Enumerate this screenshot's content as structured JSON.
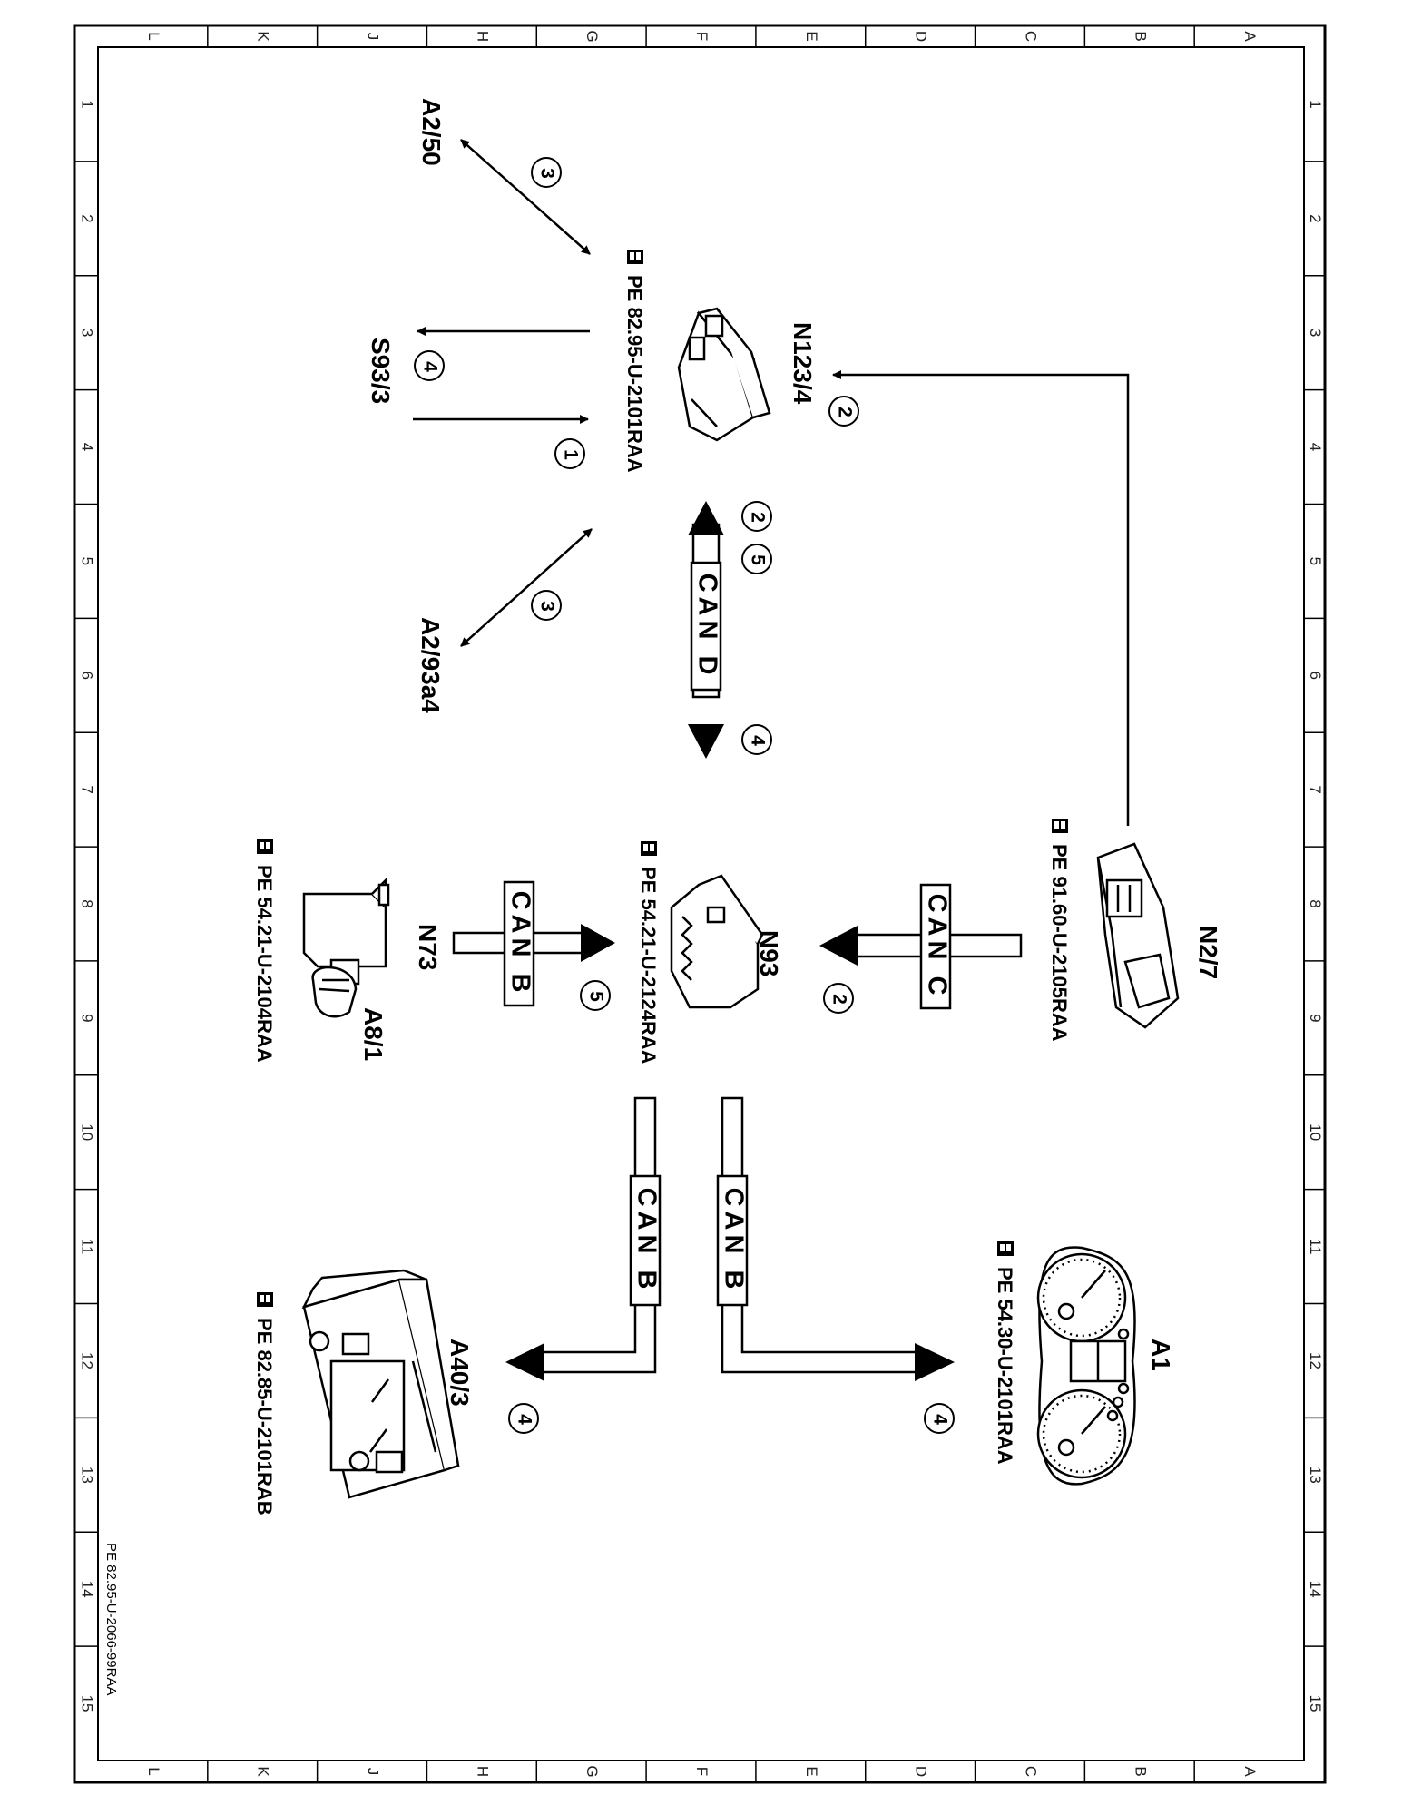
{
  "grid": {
    "letters": [
      "L",
      "K",
      "J",
      "H",
      "G",
      "F",
      "E",
      "D",
      "C",
      "B",
      "A"
    ],
    "numbers": [
      "1",
      "2",
      "3",
      "4",
      "5",
      "6",
      "7",
      "8",
      "9",
      "10",
      "11",
      "12",
      "13",
      "14",
      "15"
    ]
  },
  "document_id": "PE 82.95-U-2066-99RAA",
  "components": {
    "n123_4": {
      "label": "N123/4",
      "ref": "PE  82.95-U-2101RAA"
    },
    "n93": {
      "label": "N93",
      "ref": "PE  54.21-U-2124RAA"
    },
    "n2_7": {
      "label": "N2/7",
      "ref": "PE  91.60-U-2105RAA"
    },
    "n73": {
      "label": "N73",
      "label2": "A8/1",
      "ref": "PE  54.21-U-2104RAA"
    },
    "a1": {
      "label": "A1",
      "ref": "PE  54.30-U-2101RAA"
    },
    "a40_3": {
      "label": "A40/3",
      "ref": "PE  82.85-U-2101RAB"
    },
    "a2_50": {
      "label": "A2/50"
    },
    "s93_3": {
      "label": "S93/3"
    },
    "a2_93a4": {
      "label": "A2/93a4"
    }
  },
  "buses": {
    "can_d": "CAN D",
    "can_c": "CAN C",
    "can_b_n73": "CAN B",
    "can_b_a40": "CAN B",
    "can_b_a1": "CAN B"
  },
  "step_numbers": {
    "a2_50": "3",
    "s93_3_out": "4",
    "s93_3_in": "1",
    "a2_93a4": "3",
    "n2_7_to_n123": "2",
    "can_d_top_a": "2",
    "can_d_top_b": "5",
    "can_d_bottom": "4",
    "can_c": "2",
    "can_b_n73": "5",
    "can_b_a40": "4",
    "can_b_a1": "4"
  }
}
